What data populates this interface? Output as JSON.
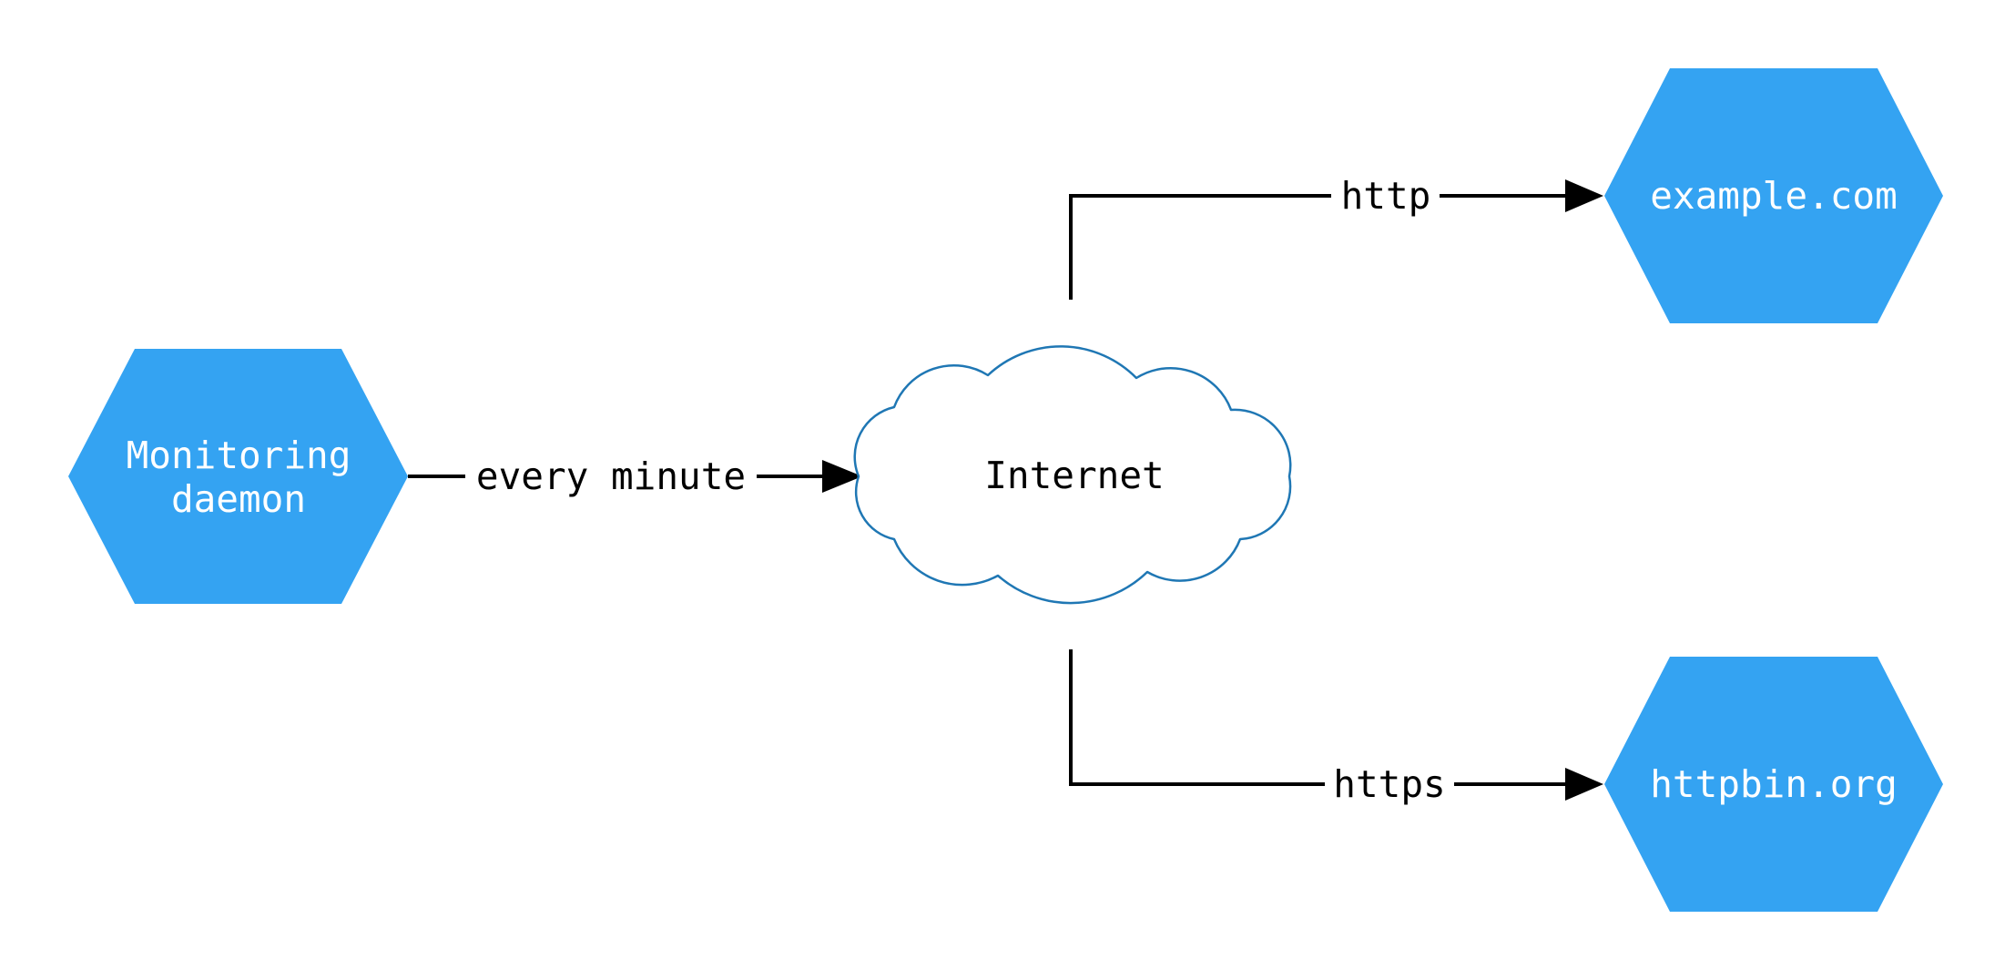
{
  "diagram": {
    "title": "monitoring-architecture-diagram",
    "colors": {
      "background": "#ffffff",
      "node_fill": "#34a3f2",
      "node_text": "#ffffff",
      "cloud_stroke": "#1f77b4",
      "cloud_fill": "#ffffff",
      "line": "#000000",
      "label_text": "#000000"
    },
    "nodes": {
      "monitoring": {
        "shape": "hexagon",
        "label_line1": "Monitoring",
        "label_line2": "daemon"
      },
      "internet": {
        "shape": "cloud",
        "label": "Internet"
      },
      "example": {
        "shape": "hexagon",
        "label": "example.com"
      },
      "httpbin": {
        "shape": "hexagon",
        "label": "httpbin.org"
      }
    },
    "edges": [
      {
        "from": "Monitoring daemon",
        "to": "Internet",
        "label": "every minute"
      },
      {
        "from": "Internet",
        "to": "example.com",
        "label": "http"
      },
      {
        "from": "Internet",
        "to": "httpbin.org",
        "label": "https"
      }
    ]
  }
}
